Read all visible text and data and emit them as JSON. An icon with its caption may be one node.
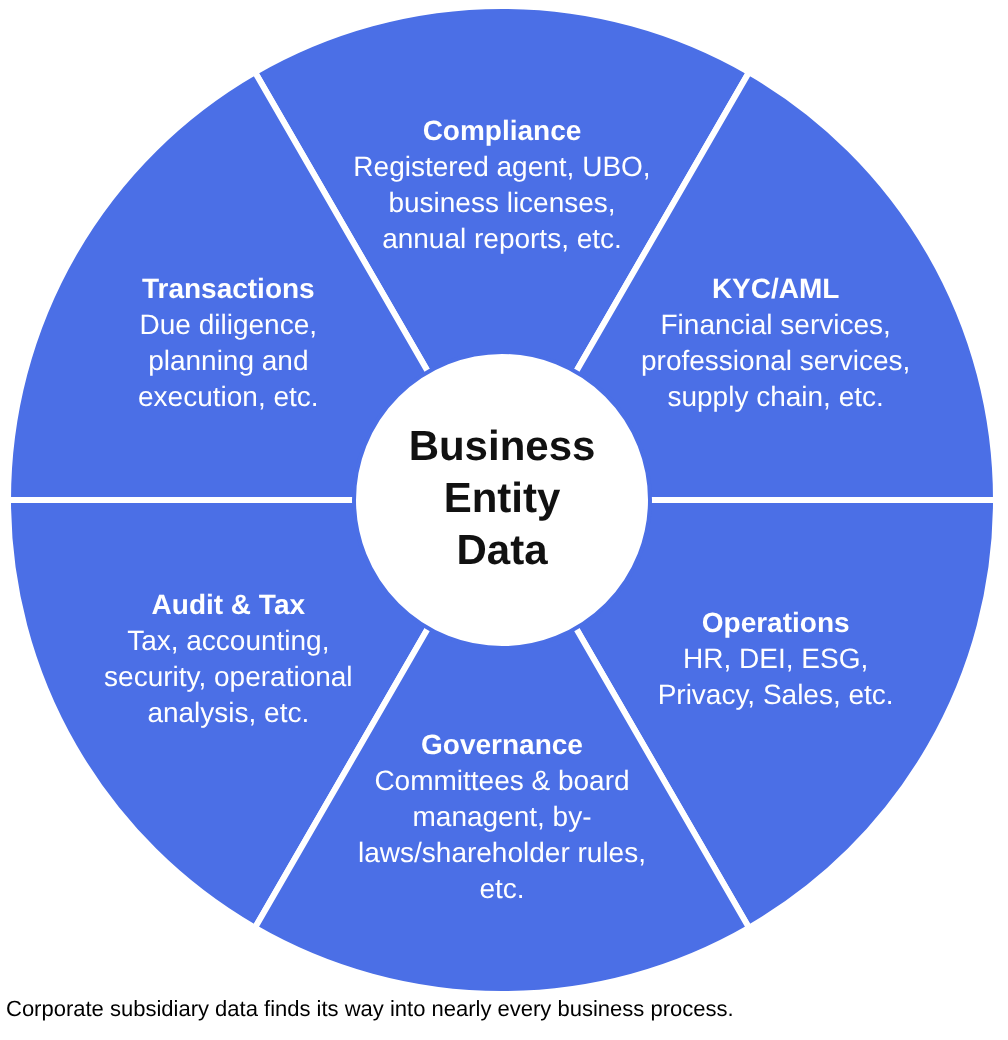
{
  "diagram": {
    "caption": "Corporate subsidiary data finds its way into nearly every business process.",
    "nodes": [
      {
        "text": [
          "Compliance",
          "Registered agent, UBO, business licenses, annual reports, etc."
        ]
      },
      {
        "text": [
          "Transactions",
          "Due diligence, planning and execution, etc."
        ]
      },
      {
        "text": [
          "Business Entity Data"
        ]
      },
      {
        "text": [
          "KYC/AML",
          "Financial services, professional services, supply chain, etc."
        ]
      },
      {
        "text": [
          "Audit & Tax",
          "Tax, accounting, security, operational analysis, etc."
        ]
      },
      {
        "text": [
          "Operations",
          "HR, DEI, ESG, Privacy, Sales, etc."
        ]
      },
      {
        "text": [
          "Governance",
          "Committees & board managent, by-laws/shareholder rules, etc."
        ]
      }
    ],
    "edges": []
  }
}
